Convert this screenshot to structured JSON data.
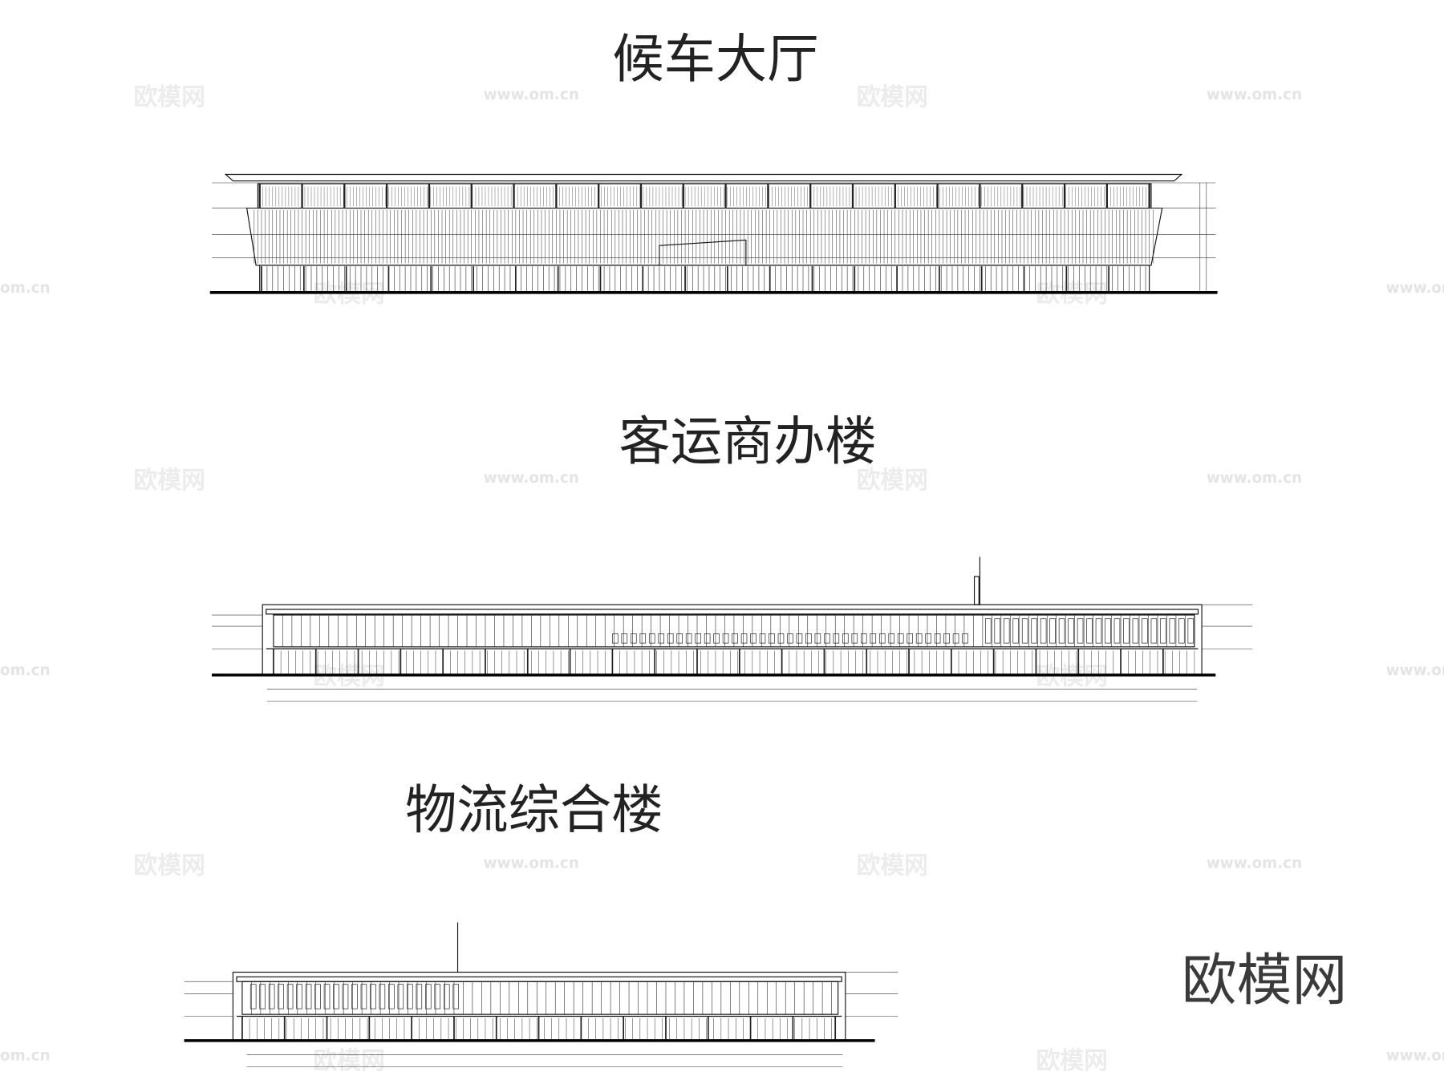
{
  "drawing": {
    "sections": [
      {
        "title": "候车大厅"
      },
      {
        "title": "客运商办楼"
      },
      {
        "title": "物流综合楼"
      }
    ],
    "watermark": {
      "brand": "欧模网",
      "url": "www.om.cn",
      "url_partial": "om.cn",
      "url_partial_right": "www.om"
    },
    "logo": {
      "text": "欧模网"
    },
    "colors": {
      "line": "#111111",
      "background": "#ffffff",
      "watermark": "#ececec",
      "logo": "#3a3a3a"
    }
  }
}
